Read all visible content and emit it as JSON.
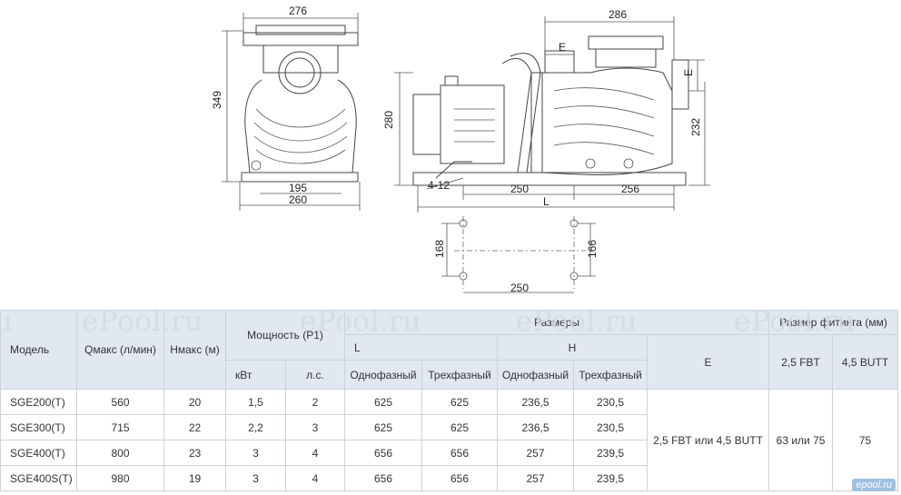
{
  "drawing": {
    "front_view": {
      "width_top": "276",
      "height": "349",
      "base_inner": "195",
      "base_outer": "260"
    },
    "side_view": {
      "top_width": "286",
      "E_top": "E",
      "E_side": "E",
      "height_280": "280",
      "height_232": "232",
      "bolts": "4-12",
      "left_len": "250",
      "right_len": "256",
      "total": "L"
    },
    "base_view": {
      "left_h": "168",
      "right_h": "166",
      "bottom_w": "250"
    }
  },
  "table": {
    "headers": {
      "model": "Модель",
      "qmax": "Qмакс (л/мин)",
      "hmax": "Hмакс (м)",
      "power": "Мощность (P1)",
      "dims": "Размеры",
      "fitting": "Размер фитинга (мм)",
      "L": "L",
      "H": "H",
      "E": "E",
      "kw": "кВт",
      "hp": "л.с.",
      "l1": "Однофазный",
      "l3": "Трехфазный",
      "h1": "Однофазный",
      "h3": "Трехфазный",
      "fbt": "2,5 FBT",
      "butt": "4,5 BUTT"
    },
    "rows": [
      {
        "model": "SGE200(T)",
        "q": "560",
        "h": "20",
        "kw": "1,5",
        "hp": "2",
        "l1": "625",
        "l3": "625",
        "h1": "236,5",
        "h3": "230,5"
      },
      {
        "model": "SGE300(T)",
        "q": "715",
        "h": "22",
        "kw": "2,2",
        "hp": "3",
        "l1": "625",
        "l3": "625",
        "h1": "236,5",
        "h3": "230,5"
      },
      {
        "model": "SGE400(T)",
        "q": "800",
        "h": "23",
        "kw": "3",
        "hp": "4",
        "l1": "656",
        "l3": "656",
        "h1": "257",
        "h3": "239,5"
      },
      {
        "model": "SGE400S(T)",
        "q": "980",
        "h": "19",
        "kw": "3",
        "hp": "4",
        "l1": "656",
        "l3": "656",
        "h1": "257",
        "h3": "239,5"
      }
    ],
    "merged": {
      "e": "2,5 FBT или 4,5 BUTT",
      "fbt": "63 или 75",
      "butt": "75"
    }
  },
  "watermarks": [
    "u",
    "ePool.ru",
    "ePool.ru",
    "ePool.ru",
    "ePool.ru"
  ],
  "corner_logo": "epool.ru"
}
